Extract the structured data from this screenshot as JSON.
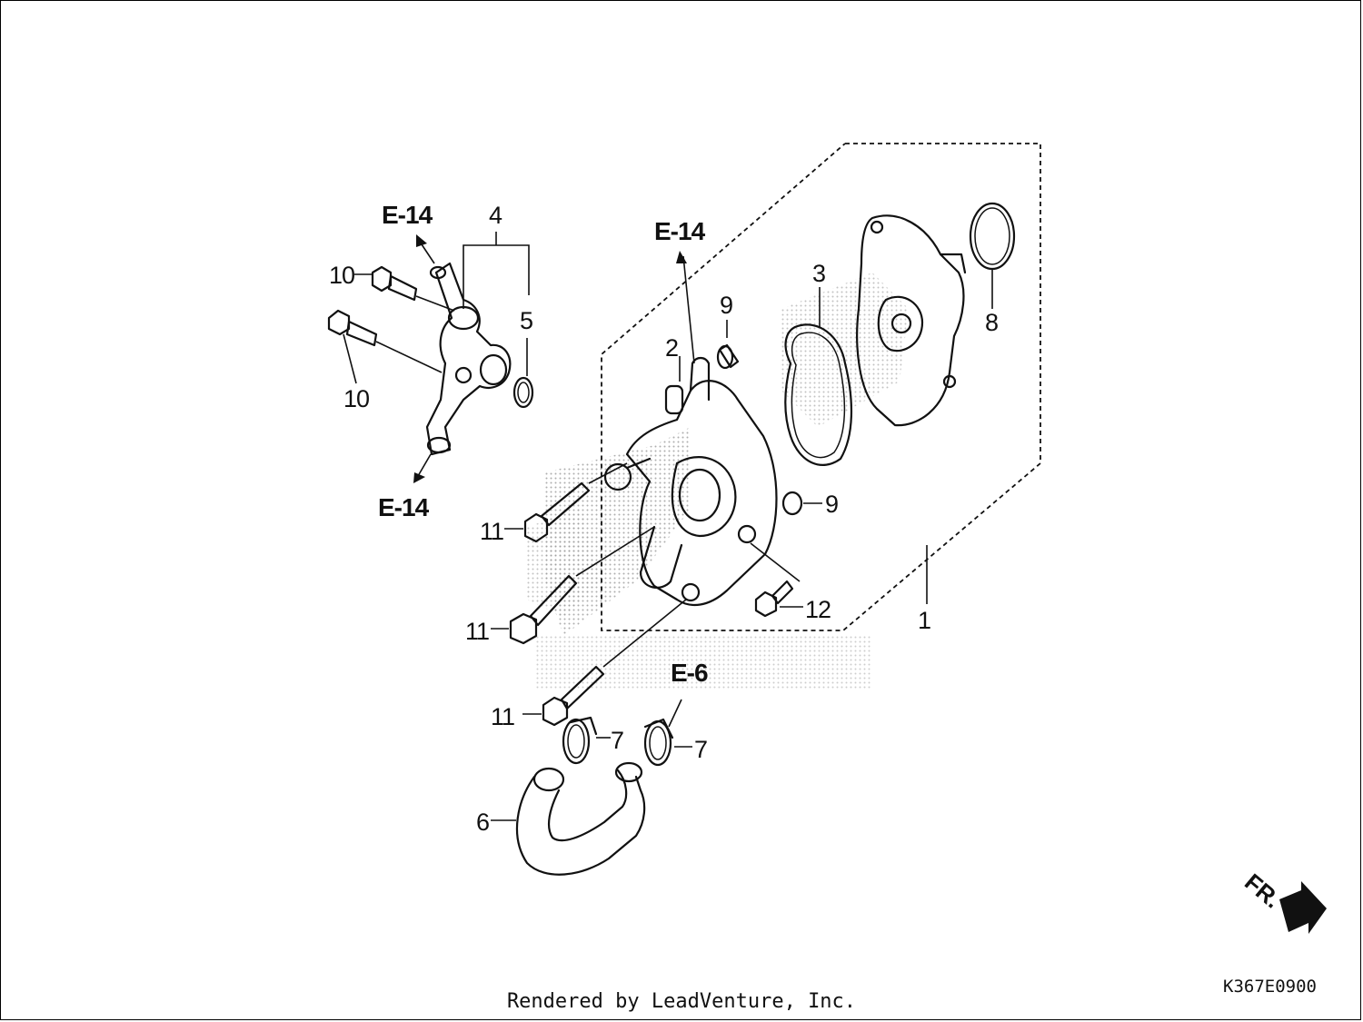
{
  "diagram": {
    "callouts": {
      "c1": "1",
      "c2": "2",
      "c3": "3",
      "c4": "4",
      "c5": "5",
      "c6": "6",
      "c7a": "7",
      "c7b": "7",
      "c8": "8",
      "c9a": "9",
      "c9b": "9",
      "c10a": "10",
      "c10b": "10",
      "c11a": "11",
      "c11b": "11",
      "c11c": "11",
      "c12": "12"
    },
    "references": {
      "e14_top_left": "E-14",
      "e14_bottom_left": "E-14",
      "e14_center": "E-14",
      "e6": "E-6"
    },
    "front_indicator": "FR.",
    "drawing_code": "K367E0900"
  },
  "footer": {
    "text": "Rendered by LeadVenture, Inc."
  },
  "colors": {
    "line": "#111111",
    "background": "#ffffff",
    "stipple": "#9a9a9a"
  }
}
